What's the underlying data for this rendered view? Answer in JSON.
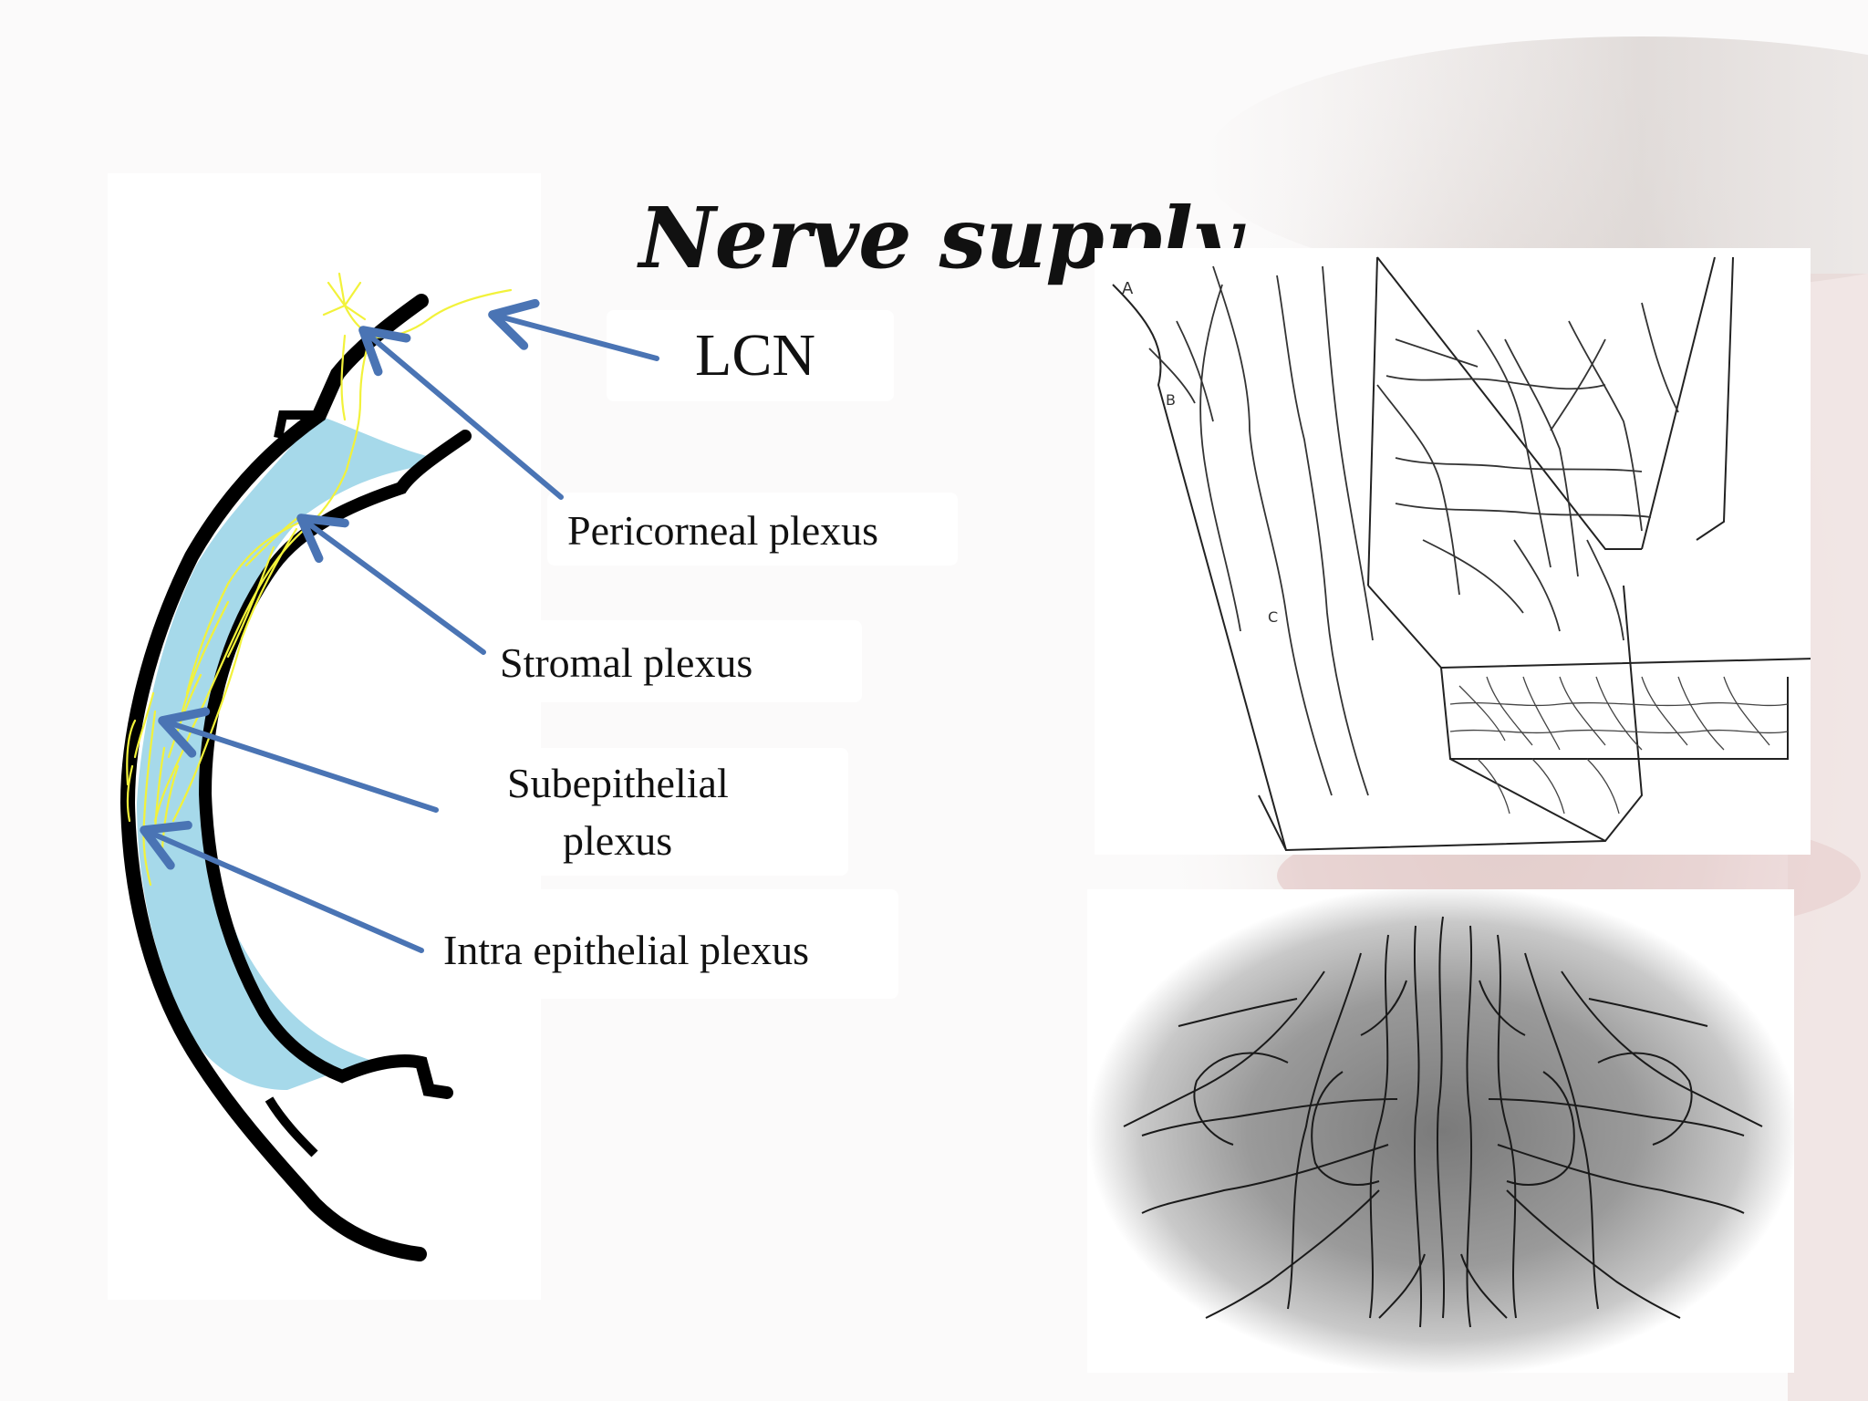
{
  "slide": {
    "title": "Nerve supply"
  },
  "cornea_diagram": {
    "labels": {
      "lcn": "LCN",
      "pericorneal": "Pericorneal plexus",
      "stromal": "Stromal plexus",
      "subepithelial_line1": "Subepithelial",
      "subepithelial_line2": "plexus",
      "intraepithelial": "Intra epithelial plexus"
    },
    "colors": {
      "cornea_fill": "#a6d9ea",
      "nerve": "#f2f23a",
      "arrow": "#4a74b4",
      "outline": "#000000"
    }
  },
  "cube_illustration": {
    "letters": [
      "A",
      "B",
      "C"
    ]
  }
}
